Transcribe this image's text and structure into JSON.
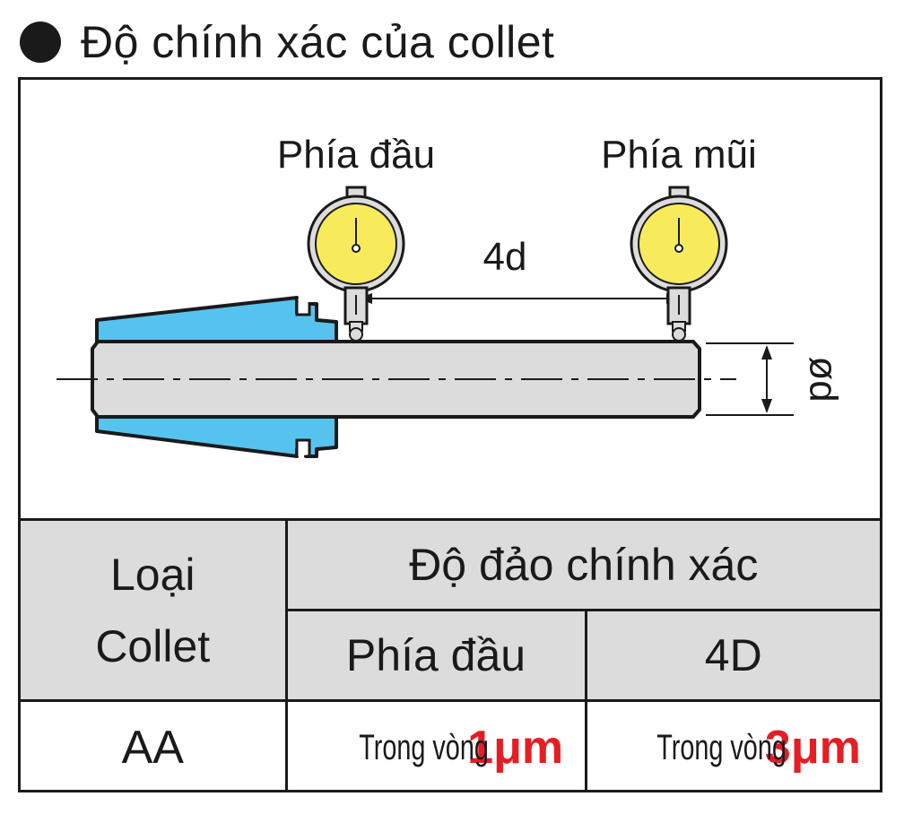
{
  "title": "Độ chính xác của collet",
  "diagram": {
    "gauge_left_label": "Phía đầu",
    "gauge_right_label": "Phía mũi",
    "distance_label": "4d",
    "diameter_label": "ød",
    "colors": {
      "collet": "#56c3ef",
      "shaft": "#dcdcdd",
      "gauge_face": "#f7eb5c",
      "outline": "#1a1a1a"
    }
  },
  "table": {
    "type_header": "Loại Collet",
    "accuracy_header": "Độ đảo chính xác",
    "col_head": "Phía đầu",
    "col_4d": "4D",
    "rows": [
      {
        "type": "AA",
        "head_prefix": "Trong vòng",
        "head_value": "1μm",
        "d4_prefix": "Trong vòng",
        "d4_value": "3μm"
      }
    ],
    "highlight_color": "#e51d24"
  }
}
